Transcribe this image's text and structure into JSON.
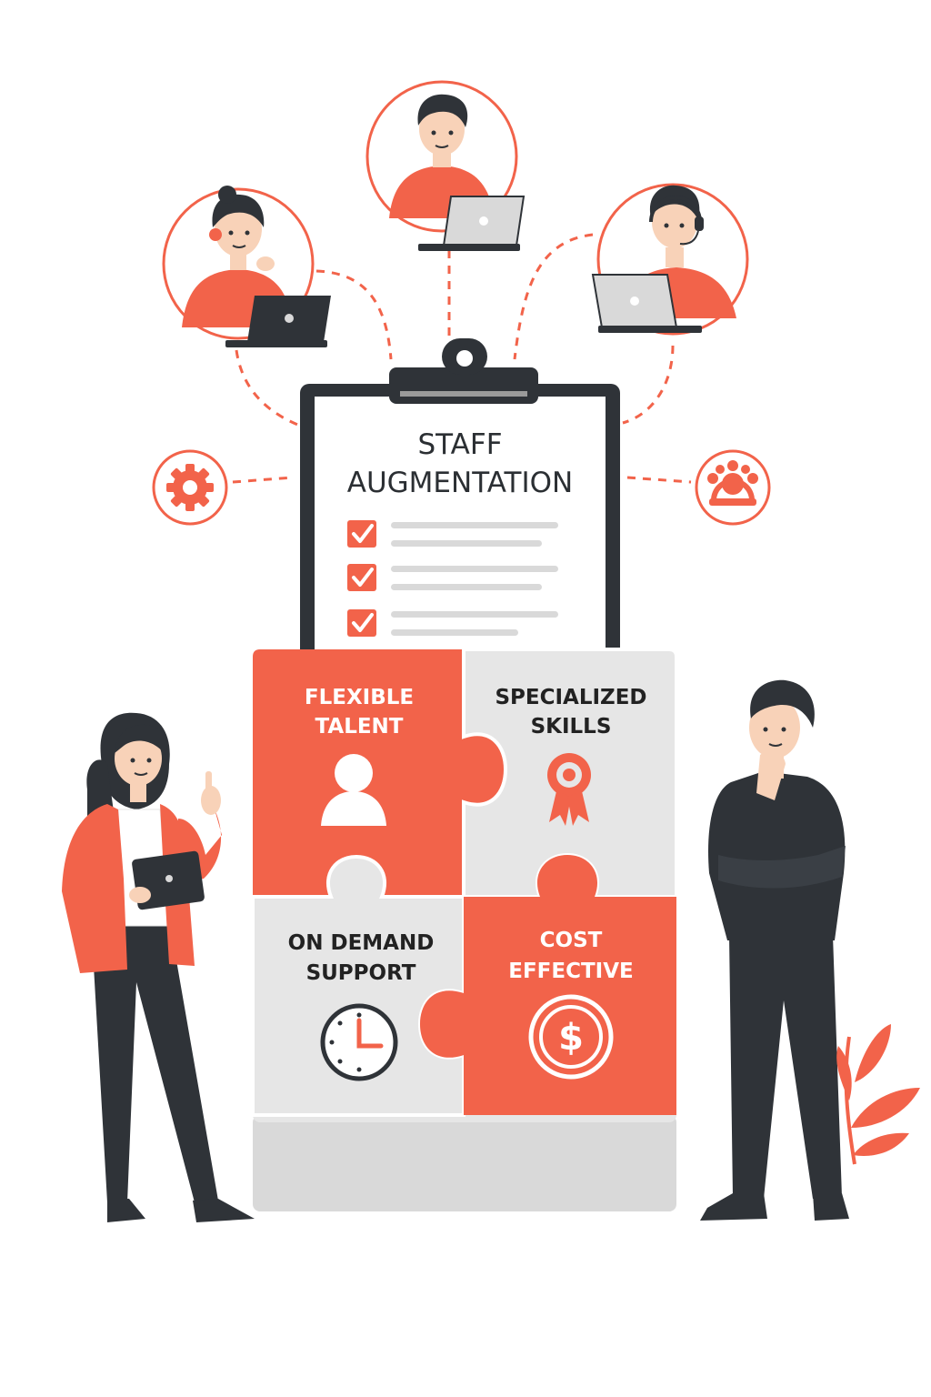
{
  "board": {
    "title_line1": "STAFF",
    "title_line2": "AUGMENTATION"
  },
  "pieces": [
    {
      "line1": "FLEXIBLE",
      "line2": "TALENT",
      "icon": "person-icon"
    },
    {
      "line1": "SPECIALIZED",
      "line2": "SKILLS",
      "icon": "award-badge-icon"
    },
    {
      "line1": "ON DEMAND",
      "line2": "SUPPORT",
      "icon": "clock-icon"
    },
    {
      "line1": "COST",
      "line2": "EFFECTIVE",
      "icon": "dollar-icon"
    }
  ],
  "colors": {
    "accent": "#f2634a",
    "dark": "#2f3338",
    "light_gray": "#e6e6e6",
    "mid_gray": "#d9d9d9",
    "skin": "#f8d2b8"
  }
}
